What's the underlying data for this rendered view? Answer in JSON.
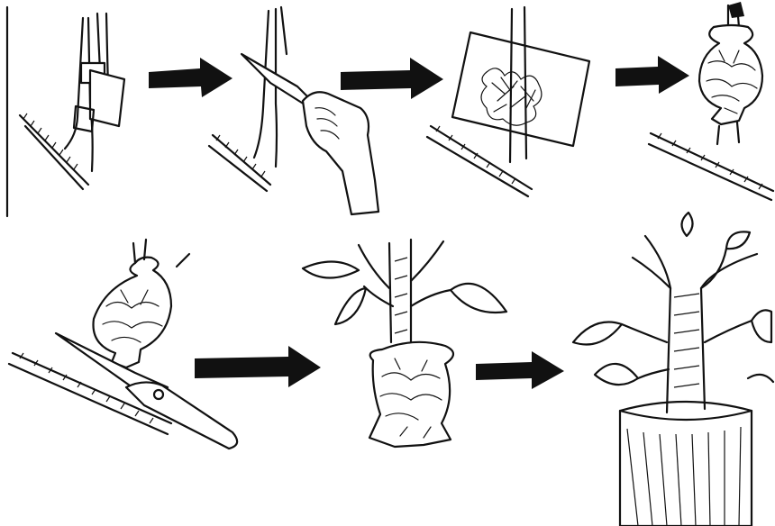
{
  "diagram": {
    "background": "#ffffff",
    "ink_color": "#111111",
    "steps": [
      {
        "name": "bark-ring-removed",
        "row": 1
      },
      {
        "name": "stem-scraped-with-knife",
        "row": 1
      },
      {
        "name": "moss-wrapped-in-plastic",
        "row": 1
      },
      {
        "name": "wrap-tied-off",
        "row": 1
      },
      {
        "name": "rooted-layer-cut-off",
        "row": 2
      },
      {
        "name": "rooted-layer-with-leaves",
        "row": 2
      },
      {
        "name": "new-plant-potted",
        "row": 2
      }
    ],
    "arrows": [
      {
        "from": "bark-ring-removed",
        "to": "stem-scraped-with-knife"
      },
      {
        "from": "stem-scraped-with-knife",
        "to": "moss-wrapped-in-plastic"
      },
      {
        "from": "moss-wrapped-in-plastic",
        "to": "wrap-tied-off"
      },
      {
        "from": "rooted-layer-cut-off",
        "to": "rooted-layer-with-leaves"
      },
      {
        "from": "rooted-layer-with-leaves",
        "to": "new-plant-potted"
      }
    ]
  }
}
